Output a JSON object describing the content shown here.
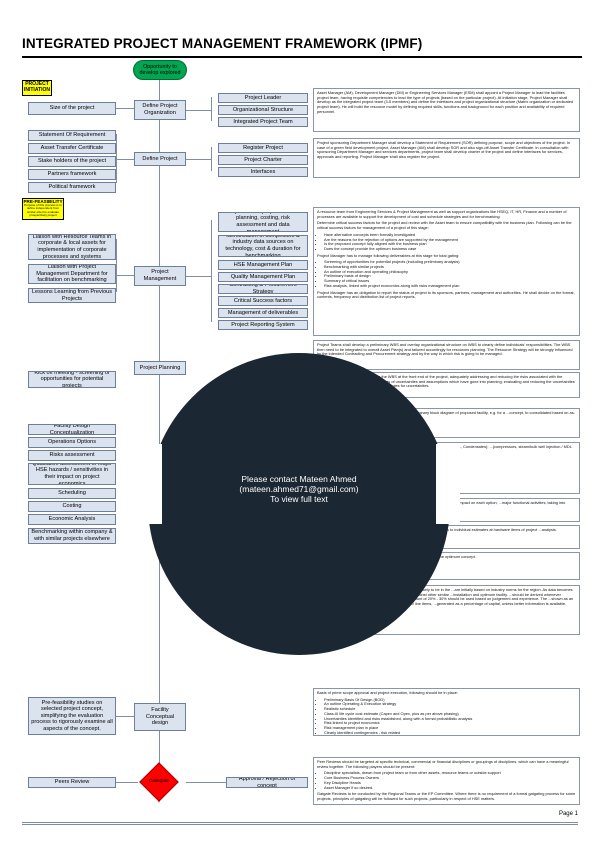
{
  "title": "INTEGRATED PROJECT MANAGEMENT FRAMEWORK (IPMF)",
  "start": "Opportunity to develop explored",
  "labels": {
    "initiation": "PROJECT INITIATION",
    "prefeasibility": "PRE-FEASIBILITY",
    "prefeasibility_sub": "Purpose of this process is to define independent from similar sized to evaluate prospectively project"
  },
  "left_boxes": [
    "Size of the project",
    "Statement Of Requirement",
    "Asset Transfer Certificate",
    "Stake holders of the project",
    "Partners framework",
    "Political framework",
    "Liaison with Resource Teams in corporate & local assets for implementation of corporate processes and systems",
    "Liaison with Project Management Department for facilitation on benchmarking",
    "Lessons Learning from Previous Projects",
    "Kick off meeting - screening of opportunities for potential projects",
    "Facility Design Conceptualization",
    "Operations Options",
    "Risks assessment",
    "Qualitative assessment of major HSE hazards / sensitivities in their impact on project economics",
    "Scheduling",
    "Costing",
    "Economic Analysis",
    "Benchmarking within company & with similar projects elsewhere",
    "Pre-feasibility studies on selected project concept, simplifying the evaluation process to rigorously examine all aspects of the concept.",
    "Peers Review"
  ],
  "center_boxes": [
    "Define Project Organization",
    "Define Project",
    "Project Management",
    "Project Planning",
    "Facility Conceptual design"
  ],
  "diamond": "Gategate",
  "right_boxes": [
    "Project Leader",
    "Organizational Structure",
    "Integrated Project Team",
    "Register Project",
    "Project Charter",
    "Interfaces",
    "Acquisition of proper tools for planning, costing, risk assessment and data management",
    "Identification of competitors & industry data sources on technology, cost & duration for benchmarking",
    "HSE Management Plan",
    "Quality Management Plan",
    "Contracting & Procurement Strategy",
    "Critical Success factors",
    "Management of deliverables",
    "Project Reporting System",
    "Approval / Rejection of concept"
  ],
  "notes": {
    "n1": "Asset Manager (AM), Development Manager (DM) or Engineering Services Manager (ESM) shall appoint a Project Manager to lead the facilities project team, having requisite competencies to lead the type of projects (based on the particular project). At Initiation stage, Project Manager shall develop as the integrated project team (3-5 members) and define the interfaces and project organizational structure (Matrix organization or dedicated project team). He will build the resource model by defining required skills, functions and background for each position and availability of required personnel.",
    "n2": "Project sponsoring Department Manager shall develop a Statement of Requirement (SOR) defining purpose, scope and objectives of the project. In case of a green field development project, Asset Manager (AM) shall develop SOR and also sign-off Asset Transfer Certificate. In consultation with sponsoring Department Manager and services departments, project team shall develop charter of the project and define interfaces for services, approvals and reporting. Project Manager shall also register the project.",
    "n3a": "A resource team from Engineering Services & Project Management as well as support organizations like HSEQ, IT, HR, Finance and a number of processes are available to support the development of cost and schedule strategies and for benchmarking.",
    "n3b": "Determine critical success factors for the project and review with the Asset team to ensure compatibility with the business plan. Following can be the critical success factors for management of a project of this stage:",
    "n3b_list": [
      "Have alternative concepts been formally investigated",
      "Are the reasons for the rejection of options are supported by the management",
      "Is the proposed concept fully aligned with the business plan",
      "Does the concept provide the optimum business case"
    ],
    "n3c": "Project Manager has to manage following deliverables at this stage for total gating:",
    "n3c_list": [
      "Screening of opportunities for potential projects (including preliminary analysis)",
      "Benchmarking with similar projects",
      "An outline of execution and operating philosophy",
      "Preliminary basis of design",
      "Summary of critical issues",
      "Risk analysis, linked with project economics along with risks management plan"
    ],
    "n3d": "Project Manager has an obligation to report the status of project to its sponsors, partners, management and authorities. He shall decide on the format, contents, frequency and distribution list of project reports.",
    "n4": "Project Teams shall develop a preliminary WBS and overlay organizational structure on WBS to clearly define individuals' responsibilities. The WBS then need to be integrated to overall Asset Plan(s) and tailored accordingly for resources planning. The Resource Strategy will be strongly influenced by the intended Contracting and Procurement strategy and by the way in which risk is going to be managed.",
    "n5": "Develop the Execution Strategy from the WBS at the front end of the project, adequately addressing and reducing the risks associated with the project. This involves: identifying the areas of uncertainties and assumptions which have gone into planning; evaluating and reducing the uncertainties where possible; identifying alternative strategies for uncertainties.",
    "n6": "project, carry out following: development to develop a preliminary block diagram of proposed facility, e.g. for a ...concept, to consolidated based on as-is office development options, ...and cost data.",
    "n7": "Operability users; ...Surface & marine installation (offshore); ...treatment (LPG, NGL, Condensates); ...(compressors, steam/bulk well injection / MDL pumps, refrigeration); ...(power, water, air, nitrogen); ...Execution Methodology",
    "n8": "...research design concept and operating philosophy; ...hazards and quantify their impact on each option; ...major functional activities, taking into account the integrated WBS.",
    "n9": "...CAPEX & OPEX using the consistent approach across the ...contingencies to individual estimates at hardware items of project ...analysis.",
    "n10": "...Economics (offshore projects); ...Hardware; ...onshore; ...and select one optimum concept.",
    "n11": "...compounds with Class 3 technical definition with accuracy likely to be in the ...are initially based on industry norms for the region. As data becomes ...refined somewhat using historical data, benchmarking against other similar ...installation and optimum facility. ...should be derived whenever possible from a firm analysis. However, if this is not ...amount of 20% - 30% should be used based on judgement and experience. The ...shown as an overall level. The capital estimate should contain 20 - 40 line items, ...generated as a percentage of capital, unless better information is available.",
    "n12": "Basis of prime scope approval and project execution, following should be in place:",
    "n12_list": [
      "Preliminary Basis Of Design (BOD)",
      "An outline Operating & Execution strategy",
      "Realistic schedule",
      "Class-III life cycle cost estimate (Capex and Opex, plus as per above phasing)",
      "Uncertainties identified and risks established, along with a formal probabilistic analysis",
      "Risk linked to project economics",
      "Risk management plan in place",
      "Clearly identified contingencies - risk related"
    ],
    "n13": "Peer Reviews should be targeted at specific technical, commercial or financial disciplines or groupings of disciplines, which can have a meaningful review together. The following players should be present:",
    "n13_list": [
      "Discipline specialists, drawn from project team or from other assets, resource teams or outside support",
      "Core Business Process Owners",
      "Key Discipline Heads",
      "Asset Manager if so desired."
    ],
    "n13b": "Gatgate Reviews to be conducted by the Regional Teams or the EP Committee. Where there is no requirement of a formal gatgating process for some projects, principles of gatgating will be followed for such projects, particularly in respect of HSE matters."
  },
  "overlay": {
    "line1": "Please contact Mateen Ahmed",
    "line2": "(mateen.ahmed71@gmail.com)",
    "line3": "To view full text"
  },
  "footer": {
    "page": "Page 1"
  },
  "colors": {
    "box_fill": "#dbe3ee",
    "start_fill": "#00a651",
    "diamond_fill": "#ff0000",
    "label_fill": "#ffff00"
  }
}
